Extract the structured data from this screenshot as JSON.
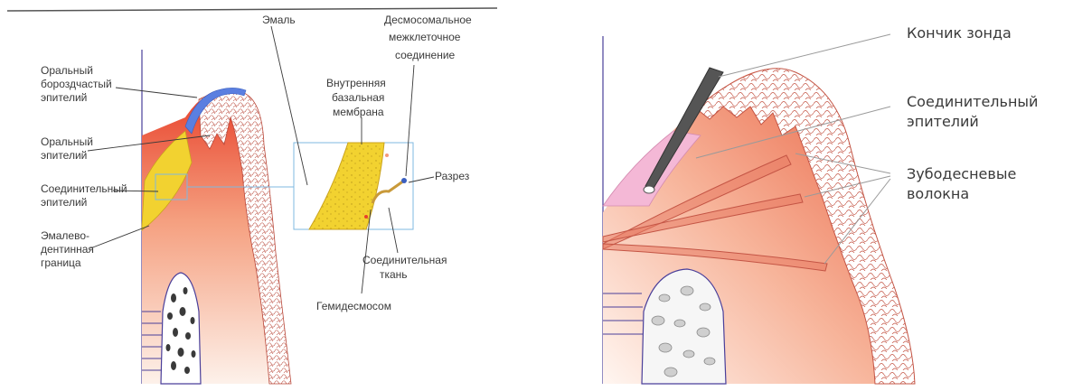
{
  "left_figure": {
    "labels": {
      "enamel": "Эмаль",
      "desmosomal_1": "Десмосомальное",
      "desmosomal_2": "межклеточное",
      "desmosomal_3": "соединение",
      "oral_sulcular_1": "Оральный",
      "oral_sulcular_2": "бороздчастый",
      "oral_sulcular_3": "эпителий",
      "oral_1": "Оральный",
      "oral_2": "эпителий",
      "junctional_1": "Соединительный",
      "junctional_2": "эпителий",
      "ced_1": "Эмалево-",
      "ced_2": "дентинная",
      "ced_3": "граница",
      "basal_1": "Внутренняя",
      "basal_2": "базальная",
      "basal_3": "мембрана",
      "section": "Разрез",
      "connective_1": "Соединительная",
      "connective_2": "ткань",
      "hemidesmosome": "Гемидесмосом"
    }
  },
  "right_figure": {
    "labels": {
      "probe_tip": "Кончик зонда",
      "junctional_1": "Соединительный",
      "junctional_2": "эпителий",
      "fibers_1": "Зубодесневые",
      "fibers_2": "волокна"
    }
  },
  "colors": {
    "enamel_yellow": "#f2d230",
    "gum_red": "#e8402a",
    "gum_pale": "#fbe3d8",
    "sulcular_blue": "#5a7fe0",
    "bone_outline": "#4a3f9a",
    "probe_pink": "#f4b8d6",
    "box_outline": "#7fb8e0"
  }
}
